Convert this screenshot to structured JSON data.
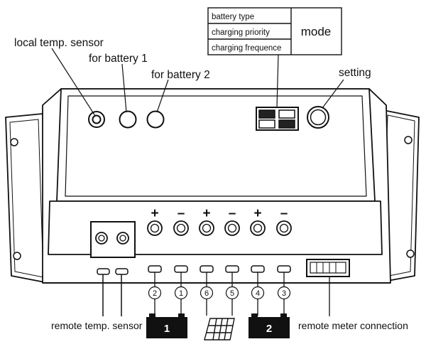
{
  "labels": {
    "local_temp_sensor": "local temp. sensor",
    "for_battery_1": "for battery 1",
    "for_battery_2": "for battery 2",
    "setting": "setting",
    "remote_temp_sensor": "remote temp. sensor",
    "remote_meter_connection": "remote meter connection"
  },
  "mode_table": {
    "rows": [
      "battery type",
      "charging priority",
      "charging frequence"
    ],
    "mode_label": "mode"
  },
  "terminals": {
    "signs": [
      "+",
      "–",
      "+",
      "–",
      "+",
      "–"
    ],
    "numbers": [
      "2",
      "1",
      "6",
      "5",
      "4",
      "3"
    ]
  },
  "batteries": {
    "battery_1_label": "1",
    "battery_2_label": "2"
  }
}
